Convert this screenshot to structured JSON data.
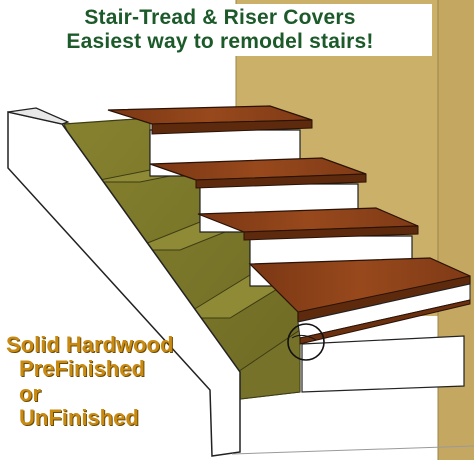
{
  "title": {
    "line1": "Stair-Tread & Riser Covers",
    "line2": "Easiest way to remodel stairs!"
  },
  "caption": {
    "line1": "Solid Hardwood",
    "line2": "PreFinished",
    "line3": "or",
    "line4": "UnFinished"
  },
  "colors": {
    "wall": "#cbb06a",
    "tread": "#8a3f18",
    "riser": "#ffffff",
    "plywood": "#7e7a2a",
    "title_text": "#1c5a2a",
    "caption_text": "#c98a12"
  }
}
